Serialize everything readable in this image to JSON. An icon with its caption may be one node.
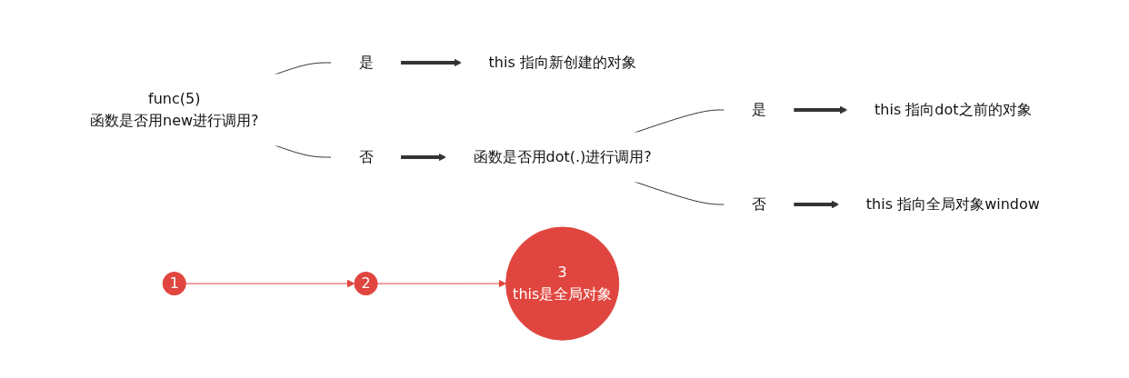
{
  "diagram": {
    "nodes": [
      {
        "text": [
          "func(5)",
          "函数是否用new进行调用?"
        ]
      },
      {
        "text": [
          "是"
        ]
      },
      {
        "text": [
          "this 指向新创建的对象"
        ]
      },
      {
        "text": [
          "否"
        ]
      },
      {
        "text": [
          "函数是否用dot(.)进行调用?"
        ]
      },
      {
        "text": [
          "是"
        ]
      },
      {
        "text": [
          "this 指向dot之前的对象"
        ]
      },
      {
        "text": [
          "否"
        ]
      },
      {
        "text": [
          "this 指向全局对象window"
        ]
      },
      {
        "text": [
          "1"
        ]
      },
      {
        "text": [
          "2"
        ]
      },
      {
        "text": [
          "3",
          "this是全局对象"
        ]
      }
    ],
    "edges": [
      {
        "from": 0,
        "to": 1,
        "arrow": "none"
      },
      {
        "from": 0,
        "to": 3,
        "arrow": "none"
      },
      {
        "from": 1,
        "to": 2,
        "arrow": "to",
        "style": "thick"
      },
      {
        "from": 3,
        "to": 4,
        "arrow": "to",
        "style": "thick"
      },
      {
        "from": 4,
        "to": 5,
        "arrow": "none"
      },
      {
        "from": 4,
        "to": 7,
        "arrow": "none"
      },
      {
        "from": 5,
        "to": 6,
        "arrow": "to",
        "style": "thick"
      },
      {
        "from": 7,
        "to": 8,
        "arrow": "to",
        "style": "thick"
      },
      {
        "from": 9,
        "to": 10,
        "arrow": "to",
        "color": "#e0463f"
      },
      {
        "from": 10,
        "to": 11,
        "arrow": "to",
        "color": "#e0463f"
      }
    ]
  }
}
